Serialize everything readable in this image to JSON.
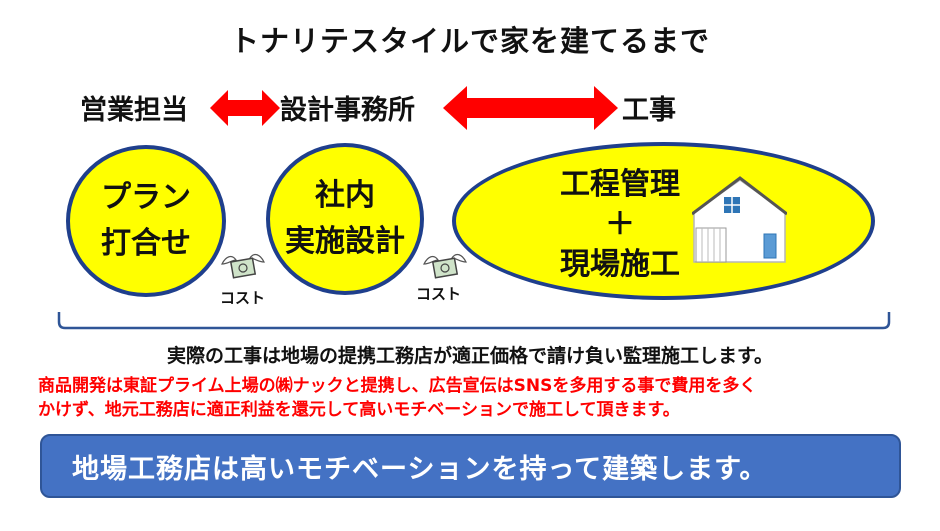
{
  "title": "トナリテスタイルで家を建てるまで",
  "roles": {
    "sales": "営業担当",
    "design_office": "設計事務所",
    "construction": "工事"
  },
  "steps": {
    "plan_line1": "プラン",
    "plan_line2": "打合せ",
    "design_line1": "社内",
    "design_line2": "実施設計",
    "build_line1": "工程管理",
    "build_plus": "＋",
    "build_line2": "現場施工"
  },
  "cost_label_1": "コスト",
  "cost_label_2": "コスト",
  "note_main": "実際の工事は地場の提携工務店が適正価格で請け負い監理施工します。",
  "note_red_line1": "商品開発は東証プライム上場の㈱ナックと提携し、広告宣伝はSNSを多用する事で費用を多く",
  "note_red_line2": "かけず、地元工務店に適正利益を還元して高いモチベーションで施工して頂きます。",
  "banner_text": "地場工務店は高いモチベーションを持って建築します。",
  "colors": {
    "yellow": "#ffff00",
    "navy_border": "#1f3f8c",
    "arrow_red": "#ff0000",
    "banner_blue": "#4472c4",
    "bracket_blue": "#2f5597"
  }
}
